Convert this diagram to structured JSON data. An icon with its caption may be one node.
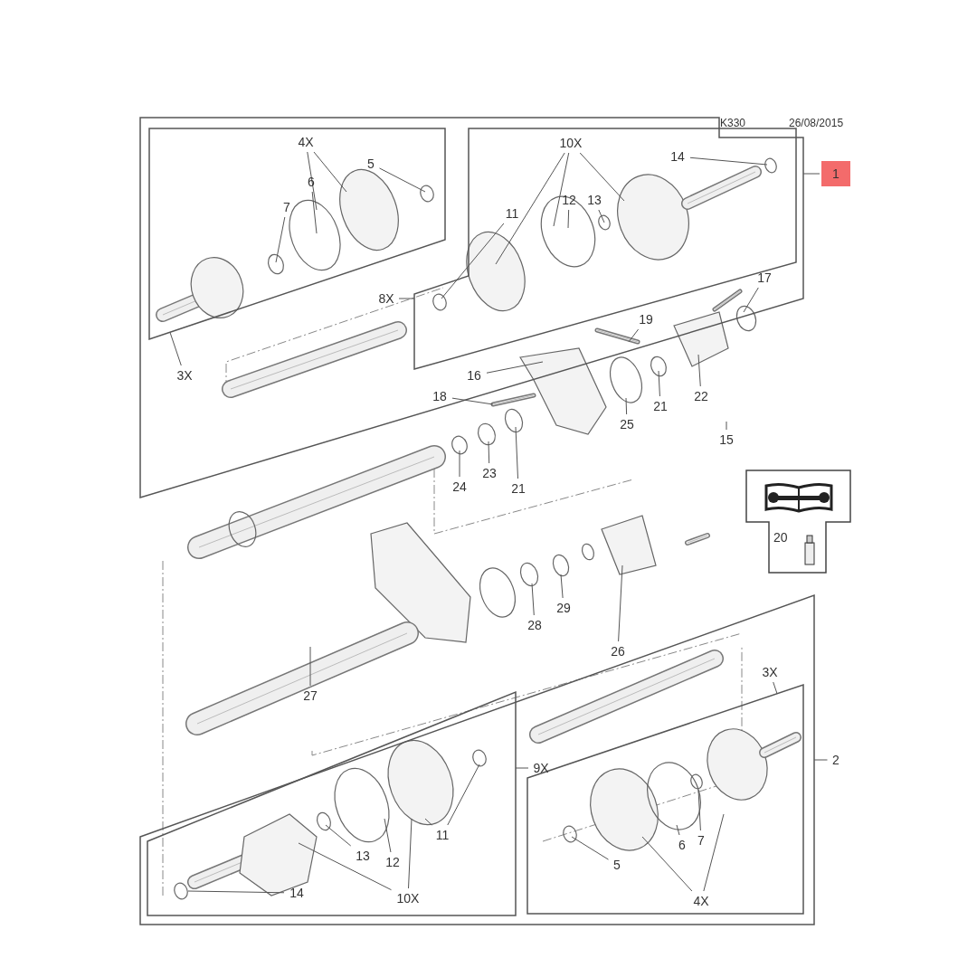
{
  "diagram": {
    "nodes": [
      {
        "text": [],
        "shape": "box"
      },
      {
        "text": [],
        "shape": "box",
        "in": 0
      },
      {
        "text": [
          "4X"
        ],
        "in": 1
      },
      {
        "text": [
          "5"
        ],
        "in": 1
      },
      {
        "text": [
          "6"
        ],
        "in": 1
      },
      {
        "text": [
          "7"
        ],
        "in": 1
      },
      {
        "text": [],
        "shape": "box",
        "in": 0
      },
      {
        "text": [
          "10X"
        ],
        "in": 6
      },
      {
        "text": [
          "14"
        ],
        "in": 6
      },
      {
        "text": [
          "11"
        ],
        "in": 6
      },
      {
        "text": [
          "12"
        ],
        "in": 6
      },
      {
        "text": [
          "13"
        ],
        "in": 6
      },
      {
        "text": [
          "1"
        ]
      },
      {
        "text": [
          "17"
        ],
        "in": 0
      },
      {
        "text": [
          "8X"
        ],
        "in": 0
      },
      {
        "text": [
          "19"
        ],
        "in": 0
      },
      {
        "text": [
          "3X"
        ],
        "in": 0
      },
      {
        "text": [
          "16"
        ],
        "in": 0
      },
      {
        "text": [
          "18"
        ],
        "in": 0
      },
      {
        "text": [
          "25"
        ]
      },
      {
        "text": [
          "21"
        ]
      },
      {
        "text": [
          "22"
        ]
      },
      {
        "text": [
          "15"
        ]
      },
      {
        "text": [
          "24"
        ]
      },
      {
        "text": [
          "23"
        ]
      },
      {
        "text": [
          "21"
        ]
      },
      {
        "text": [
          "20"
        ]
      },
      {
        "text": [
          "28"
        ]
      },
      {
        "text": [
          "29"
        ]
      },
      {
        "text": [
          "26"
        ]
      },
      {
        "text": [
          "27"
        ]
      },
      {
        "text": [],
        "shape": "box"
      },
      {
        "text": [
          "9X"
        ],
        "in": 31
      },
      {
        "text": [
          "3X"
        ],
        "in": 31
      },
      {
        "text": [],
        "shape": "box",
        "in": 31
      },
      {
        "text": [
          "13"
        ],
        "in": 34
      },
      {
        "text": [
          "12"
        ],
        "in": 34
      },
      {
        "text": [
          "11"
        ],
        "in": 34
      },
      {
        "text": [
          "14"
        ],
        "in": 34
      },
      {
        "text": [
          "10X"
        ],
        "in": 34
      },
      {
        "text": [],
        "shape": "box",
        "in": 31
      },
      {
        "text": [
          "6"
        ],
        "in": 40
      },
      {
        "text": [
          "7"
        ],
        "in": 40
      },
      {
        "text": [
          "5"
        ],
        "in": 40
      },
      {
        "text": [
          "4X"
        ],
        "in": 40
      },
      {
        "text": [
          "2"
        ]
      }
    ],
    "edges": [
      {
        "from": 2,
        "to": null,
        "arrow": "none"
      },
      {
        "from": 2,
        "to": null,
        "arrow": "none"
      },
      {
        "from": 3,
        "to": null,
        "arrow": "none"
      },
      {
        "from": 4,
        "to": null,
        "arrow": "none"
      },
      {
        "from": 5,
        "to": null,
        "arrow": "none"
      },
      {
        "from": 7,
        "to": null,
        "arrow": "none"
      },
      {
        "from": 7,
        "to": null,
        "arrow": "none"
      },
      {
        "from": 7,
        "to": null,
        "arrow": "none"
      },
      {
        "from": 8,
        "to": null,
        "arrow": "none"
      },
      {
        "from": 9,
        "to": null,
        "arrow": "none"
      },
      {
        "from": 10,
        "to": null,
        "arrow": "none"
      },
      {
        "from": 11,
        "to": null,
        "arrow": "none"
      },
      {
        "from": 12,
        "to": 0,
        "arrow": "none"
      },
      {
        "from": 13,
        "to": null,
        "arrow": "none"
      },
      {
        "from": 14,
        "to": 6,
        "arrow": "none"
      },
      {
        "from": 15,
        "to": null,
        "arrow": "none"
      },
      {
        "from": 16,
        "to": 1,
        "arrow": "none"
      },
      {
        "from": 17,
        "to": null,
        "arrow": "none"
      },
      {
        "from": 18,
        "to": null,
        "arrow": "none"
      },
      {
        "from": 19,
        "to": null,
        "arrow": "none"
      },
      {
        "from": 20,
        "to": null,
        "arrow": "none"
      },
      {
        "from": 21,
        "to": null,
        "arrow": "none"
      },
      {
        "from": 22,
        "to": null,
        "arrow": "none"
      },
      {
        "from": 23,
        "to": null,
        "arrow": "none"
      },
      {
        "from": 24,
        "to": null,
        "arrow": "none"
      },
      {
        "from": 25,
        "to": null,
        "arrow": "none"
      },
      {
        "from": 27,
        "to": null,
        "arrow": "none"
      },
      {
        "from": 28,
        "to": null,
        "arrow": "none"
      },
      {
        "from": 29,
        "to": null,
        "arrow": "none"
      },
      {
        "from": 30,
        "to": null,
        "arrow": "none"
      },
      {
        "from": 32,
        "to": 34,
        "arrow": "none"
      },
      {
        "from": 33,
        "to": 40,
        "arrow": "none"
      },
      {
        "from": 35,
        "to": null,
        "arrow": "none"
      },
      {
        "from": 36,
        "to": null,
        "arrow": "none"
      },
      {
        "from": 37,
        "to": null,
        "arrow": "none"
      },
      {
        "from": 37,
        "to": null,
        "arrow": "none"
      },
      {
        "from": 38,
        "to": null,
        "arrow": "none"
      },
      {
        "from": 39,
        "to": null,
        "arrow": "none"
      },
      {
        "from": 39,
        "to": null,
        "arrow": "none"
      },
      {
        "from": 43,
        "to": null,
        "arrow": "none"
      },
      {
        "from": 41,
        "to": null,
        "arrow": "none"
      },
      {
        "from": 42,
        "to": null,
        "arrow": "none"
      },
      {
        "from": 44,
        "to": null,
        "arrow": "none"
      },
      {
        "from": 44,
        "to": null,
        "arrow": "none"
      },
      {
        "from": 45,
        "to": 31,
        "arrow": "none"
      }
    ],
    "labels": [
      "K330",
      "26/08/2015"
    ]
  }
}
